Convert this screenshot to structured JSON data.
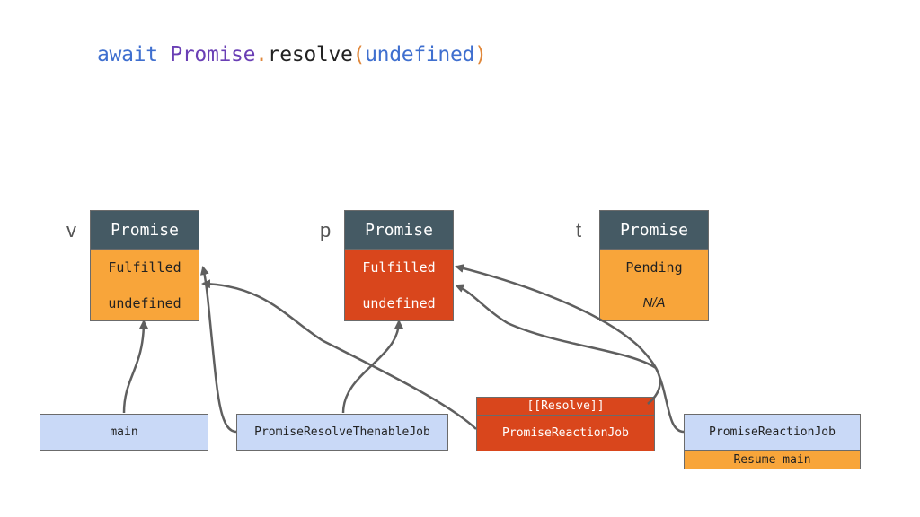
{
  "code": {
    "await": "await",
    "promise": "Promise",
    "dot": ".",
    "resolve": "resolve",
    "open_paren": "(",
    "arg": "undefined",
    "close_paren": ")"
  },
  "promises": [
    {
      "var": "v",
      "header": "Promise",
      "state": "Fulfilled",
      "value": "undefined",
      "color": "#f8a53a"
    },
    {
      "var": "p",
      "header": "Promise",
      "state": "Fulfilled",
      "value": "undefined",
      "color": "#d9461c"
    },
    {
      "var": "t",
      "header": "Promise",
      "state": "Pending",
      "value": "N/A",
      "color": "#f8a53a"
    }
  ],
  "jobs": {
    "main": "main",
    "resolve_thenable": "PromiseResolveThenableJob",
    "reaction_red_tag": "[[Resolve]]",
    "reaction_red": "PromiseReactionJob",
    "reaction_blue": "PromiseReactionJob",
    "reaction_blue_tag": "Resume main"
  },
  "colors": {
    "header": "#455a64",
    "orange": "#f8a53a",
    "red": "#d9461c",
    "blue_job": "#c9d9f7",
    "arrow": "#5f5f5f"
  }
}
